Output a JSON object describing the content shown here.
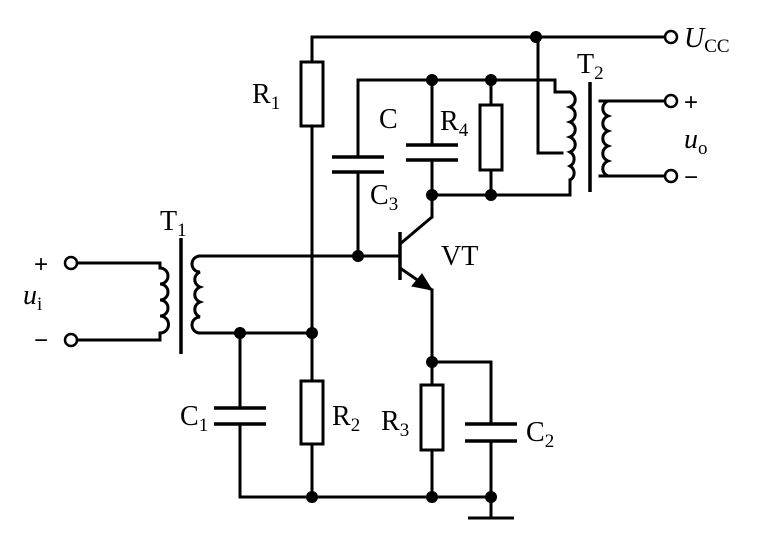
{
  "labels": {
    "ucc": {
      "main": "U",
      "sub": "CC"
    },
    "r1": {
      "main": "R",
      "sub": "1"
    },
    "r2": {
      "main": "R",
      "sub": "2"
    },
    "r3": {
      "main": "R",
      "sub": "3"
    },
    "r4": {
      "main": "R",
      "sub": "4"
    },
    "c": {
      "main": "C"
    },
    "c1": {
      "main": "C",
      "sub": "1"
    },
    "c2": {
      "main": "C",
      "sub": "2"
    },
    "c3": {
      "main": "C",
      "sub": "3"
    },
    "t1": {
      "main": "T",
      "sub": "1"
    },
    "t2": {
      "main": "T",
      "sub": "2"
    },
    "vt": "VT",
    "ui": {
      "main": "u",
      "sub": "i"
    },
    "uo": {
      "main": "u",
      "sub": "o"
    },
    "input_plus": "+",
    "input_minus": "−",
    "output_plus": "+",
    "output_minus": "−"
  }
}
